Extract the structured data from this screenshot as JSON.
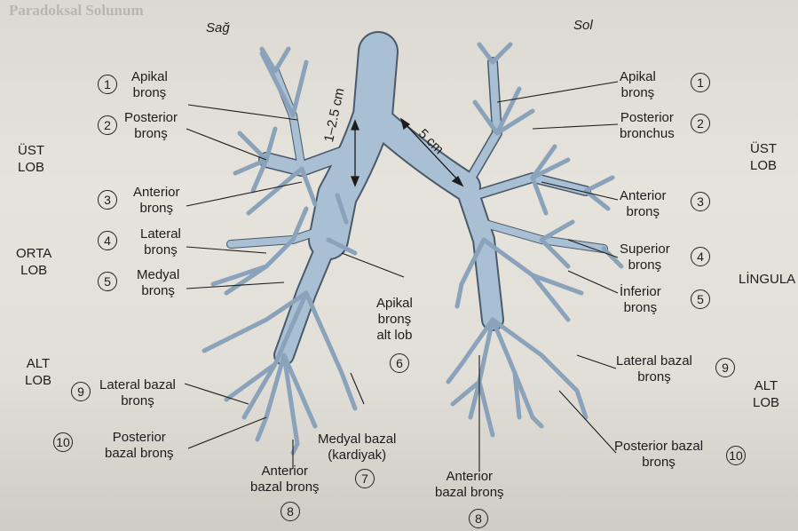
{
  "background": {
    "heading": "Paradoksal Solunum"
  },
  "sides": {
    "right": "Sağ",
    "left": "Sol"
  },
  "measurements": {
    "trachea": "1–2.5 cm",
    "left_main": "5 cm"
  },
  "lobes": {
    "right_upper": "ÜST\nLOB",
    "right_middle": "ORTA\nLOB",
    "right_lower": "ALT\nLOB",
    "left_upper": "ÜST\nLOB",
    "lingula": "LİNGULA",
    "left_lower": "ALT\nLOB"
  },
  "right": [
    {
      "num": "1",
      "text": "Apikal\nbronş"
    },
    {
      "num": "2",
      "text": "Posterior\nbronş"
    },
    {
      "num": "3",
      "text": "Anterior\nbronş"
    },
    {
      "num": "4",
      "text": "Lateral\nbronş"
    },
    {
      "num": "5",
      "text": "Medyal\nbronş"
    },
    {
      "num": "9",
      "text": "Lateral bazal\nbronş"
    },
    {
      "num": "10",
      "text": "Posterior\nbazal bronş"
    },
    {
      "num": "8",
      "text": "Anterior\nbazal bronş"
    },
    {
      "num": "7",
      "text": "Medyal bazal\n(kardiyak)"
    },
    {
      "num": "6",
      "text": "Apikal\nbronş\nalt lob"
    }
  ],
  "left": [
    {
      "num": "1",
      "text": "Apikal\nbronş"
    },
    {
      "num": "2",
      "text": "Posterior\nbronchus"
    },
    {
      "num": "3",
      "text": "Anterior\nbronş"
    },
    {
      "num": "4",
      "text": "Superior\nbronş"
    },
    {
      "num": "5",
      "text": "İnferior\nbronş"
    },
    {
      "num": "9",
      "text": "Lateral bazal\nbronş"
    },
    {
      "num": "10",
      "text": "Posterior bazal\nbronş"
    },
    {
      "num": "8",
      "text": "Anterior\nbazal bronş"
    }
  ]
}
